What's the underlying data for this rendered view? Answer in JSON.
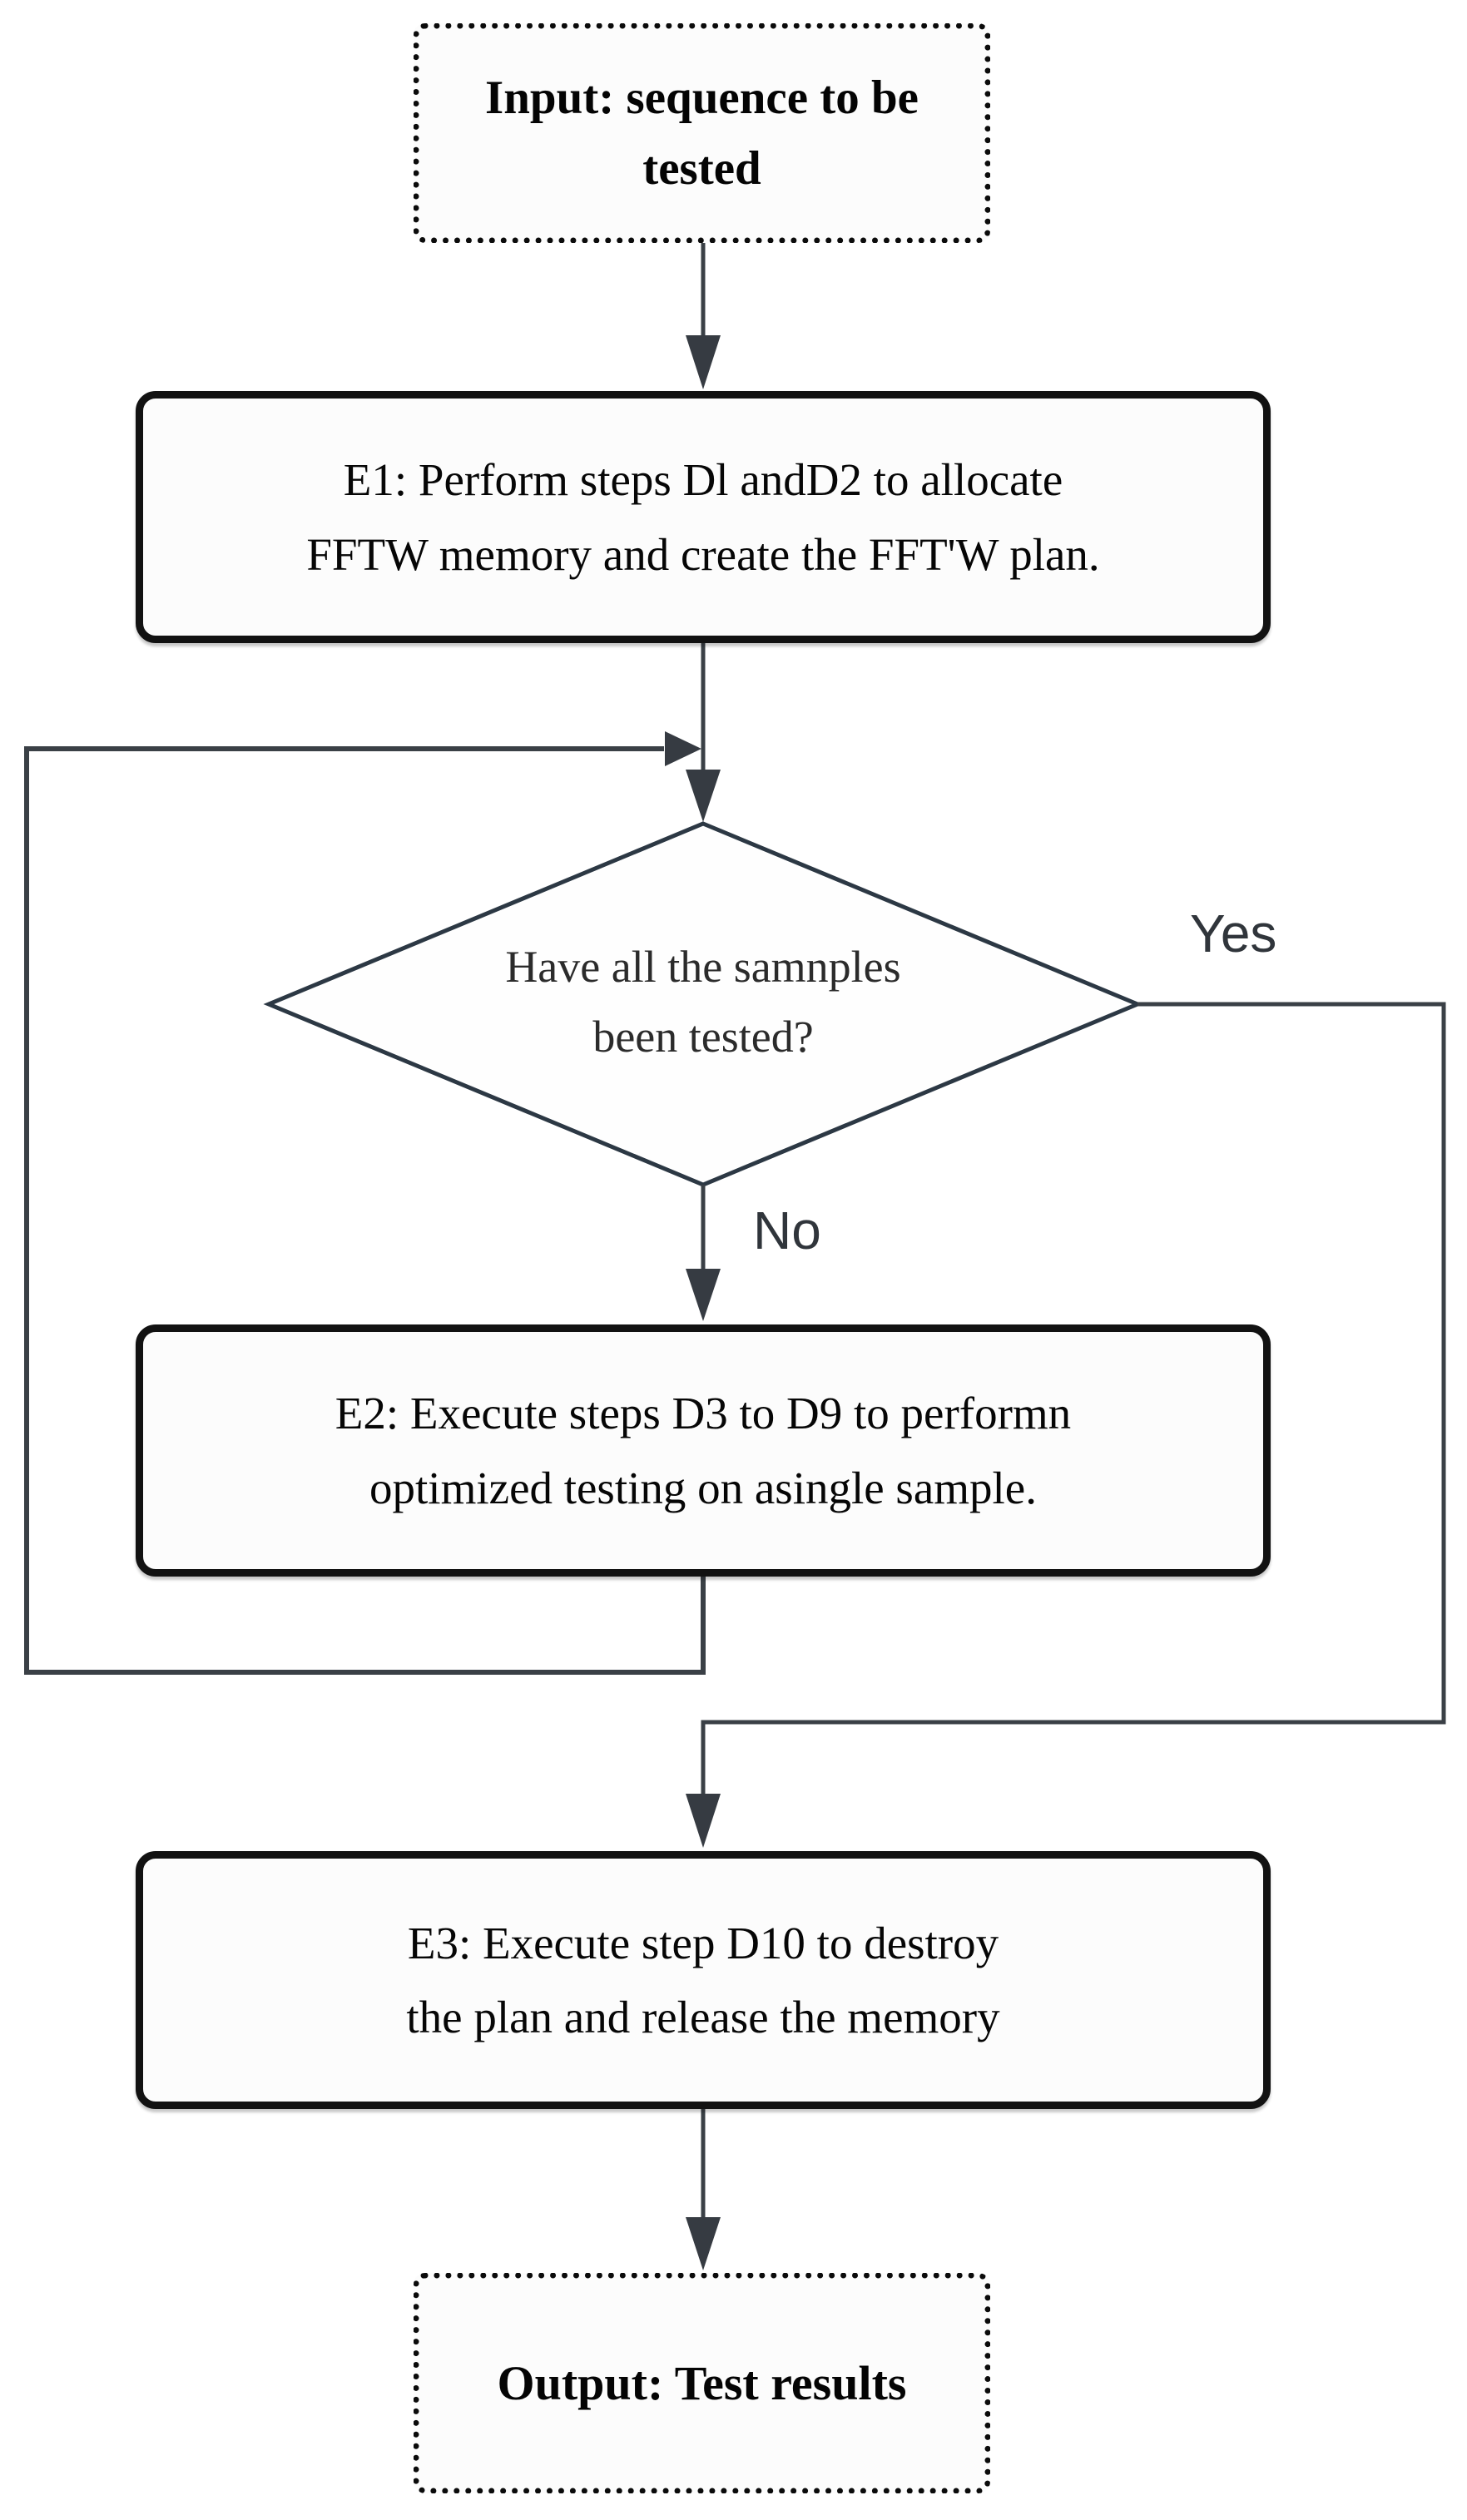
{
  "diagram": {
    "nodes": {
      "input": {
        "line1": "Input: sequence to be",
        "line2": "tested"
      },
      "e1": {
        "line1": "E1: Perform steps Dl andD2 to allocate",
        "line2": "FFTW memory and create the FFT'W plan."
      },
      "decision": {
        "line1": "Have all the samnples",
        "line2": "been tested?"
      },
      "e2": {
        "line1": "E2: Execute steps D3 to D9 to performn",
        "line2": "optimized testing on asingle sample."
      },
      "e3": {
        "line1": "E3: Execute step D10 to destroy",
        "line2": "the plan and release the memory"
      },
      "output": {
        "label": "Output: Test results"
      }
    },
    "edge_labels": {
      "yes": "Yes",
      "no": "No"
    },
    "edges": [
      {
        "from": "input",
        "to": "e1",
        "label": ""
      },
      {
        "from": "e1",
        "to": "decision",
        "label": ""
      },
      {
        "from": "decision",
        "to": "e2",
        "label": "No"
      },
      {
        "from": "e2",
        "to": "decision",
        "label": ""
      },
      {
        "from": "decision",
        "to": "e3",
        "label": "Yes"
      },
      {
        "from": "e3",
        "to": "output",
        "label": ""
      }
    ],
    "colors": {
      "connector": "#3a4046",
      "diamond_stroke": "#2c3844",
      "diamond_fill": "#fefefe",
      "arrow": "#363b42",
      "process_border": "#121212",
      "terminal_border": "#0b0b0b",
      "box_fill": "#fcfcfc",
      "label_text": "#30353b"
    }
  }
}
